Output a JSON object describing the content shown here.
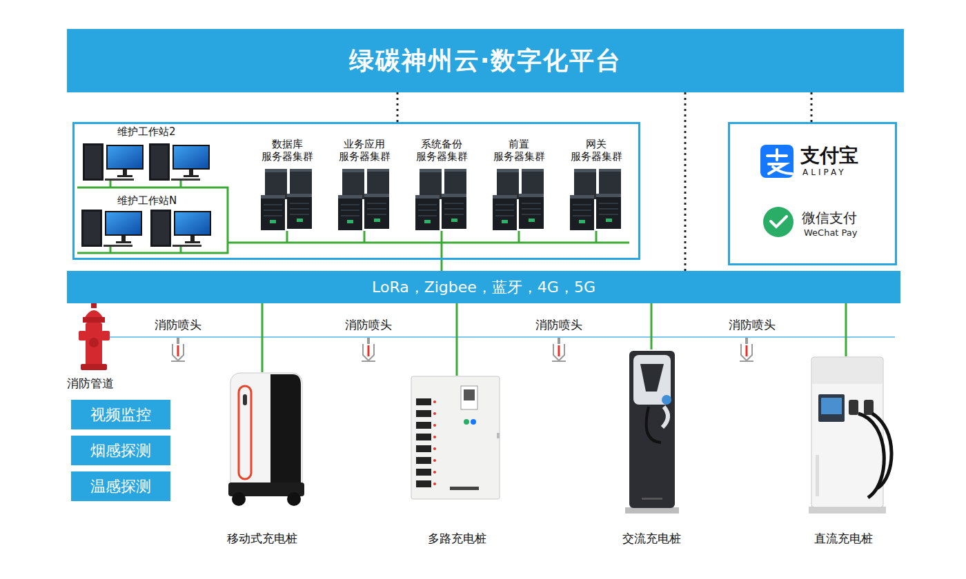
{
  "diagram": {
    "nodes": [
      {
        "text": [
          "绿碳神州云·数字化平台"
        ]
      },
      {
        "text": [
          "维护工作站2",
          "维护工作站N"
        ]
      },
      {
        "text": [
          "数据库 服务器集群"
        ],
        "in": 1
      },
      {
        "text": [
          "业务应用 服务器集群"
        ],
        "in": 1
      },
      {
        "text": [
          "系统备份 服务器集群"
        ],
        "in": 1
      },
      {
        "text": [
          "前置 服务器集群"
        ],
        "in": 1
      },
      {
        "text": [
          "网关 服务器集群"
        ],
        "in": 1
      },
      {
        "text": [
          "支付宝",
          "ALIPAY",
          "微信支付",
          "WeChat Pay"
        ]
      },
      {
        "text": [
          "LoRa，Zigbee，蓝牙，4G，5G"
        ]
      },
      {
        "text": [
          "视频监控"
        ]
      },
      {
        "text": [
          "烟感探测"
        ]
      },
      {
        "text": [
          "温感探测"
        ]
      },
      {
        "text": [
          "移动式充电桩"
        ]
      },
      {
        "text": [
          "多路充电桩"
        ]
      },
      {
        "text": [
          "交流充电桩"
        ]
      },
      {
        "text": [
          "直流充电桩"
        ]
      }
    ],
    "edges": [
      {
        "from": 0,
        "to": 1,
        "arrow": "none"
      },
      {
        "from": 0,
        "to": 8,
        "arrow": "none"
      },
      {
        "from": 0,
        "to": 7,
        "arrow": "none"
      },
      {
        "from": 1,
        "to": 8,
        "arrow": "none"
      },
      {
        "from": 8,
        "to": 12,
        "arrow": "none"
      },
      {
        "from": 8,
        "to": 13,
        "arrow": "none"
      },
      {
        "from": 8,
        "to": 14,
        "arrow": "none"
      },
      {
        "from": 8,
        "to": 15,
        "arrow": "none"
      }
    ],
    "labels": [
      "消防喷头",
      "消防喷头",
      "消防喷头",
      "消防喷头",
      "消防管道"
    ]
  }
}
